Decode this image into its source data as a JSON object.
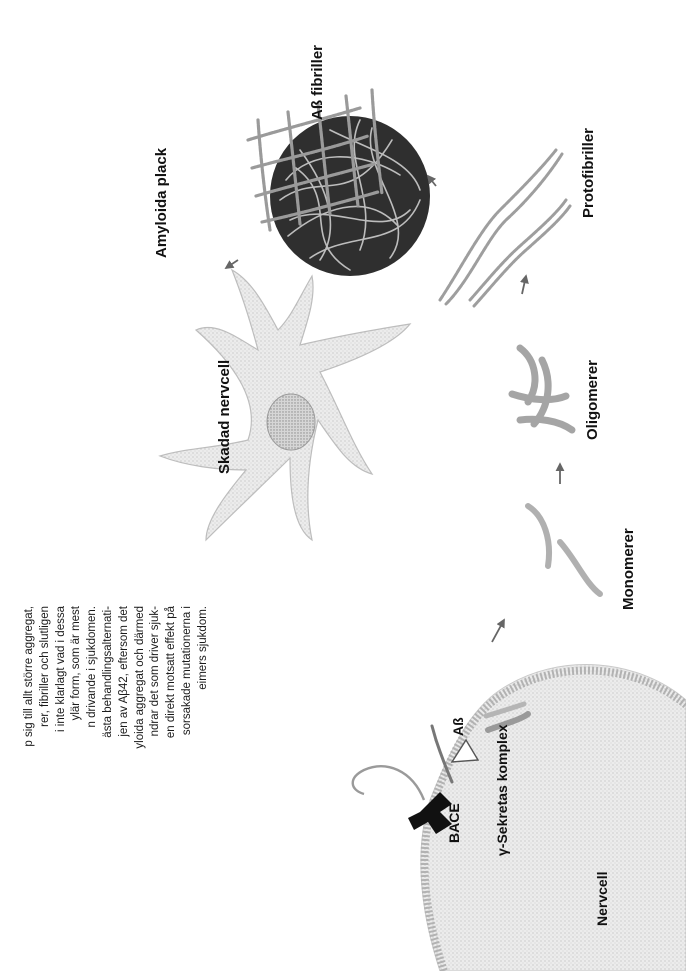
{
  "labels": {
    "skadad_nervcell": "Skadad nervcell",
    "amyloida_plack": "Amyloida plack",
    "ab_fibriller": "Aß fibriller",
    "protofibriller": "Protofibriller",
    "oligomerer": "Oligomerer",
    "monomerer": "Monomerer",
    "gamma_sekretas": "γ-Sekretas komplex",
    "ab": "Aß",
    "bace": "BACE",
    "nervcell": "Nervcell"
  },
  "paragraph": {
    "lines": [
      "p sig till allt större aggregat,",
      "rer, fibriller och slutligen",
      "i inte klarlagt vad i dessa",
      "ylär form, som är mest",
      "n drivande i sjukdomen.",
      "ästa behandlingsalternati-",
      "jen av Aβ42, eftersom det",
      "yloida aggregat och därmed",
      "ndrar det som driver sjuk-",
      "en direkt motsatt effekt på",
      "sorsakade mutationerna i",
      "eimers sjukdom."
    ]
  },
  "colors": {
    "ink": "#111111",
    "cell_fill": "#e9e9e9",
    "membrane": "#cfcfcf",
    "fibril": "#9a9a9a",
    "plaque": "#3a3a3a"
  }
}
